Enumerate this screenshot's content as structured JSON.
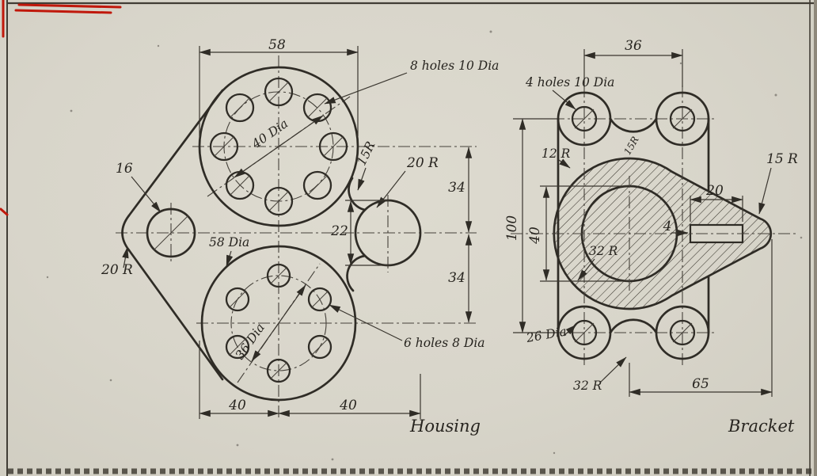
{
  "page": {
    "paper_color": "#d8d5ca",
    "ink_color": "#2f2c26",
    "red_mark_color": "#c0180b"
  },
  "housing": {
    "title": "Housing",
    "dims": {
      "width_top": "58",
      "holes_top": "8 holes 10 Dia",
      "bolt_circle_top": "40 Dia",
      "fillet_top_right": "15R",
      "boss_radius": "20 R",
      "offset_top": "34",
      "offset_bottom": "34",
      "boss_bore": "22",
      "left_hole": "16",
      "outer_dia_bottom": "58 Dia",
      "bolt_circle_bottom": "36 Dia",
      "holes_bottom": "6 holes 8 Dia",
      "left_radius": "20 R",
      "base_left": "40",
      "base_right": "40"
    }
  },
  "bracket": {
    "title": "Bracket",
    "dims": {
      "ear_spacing": "36",
      "ear_holes": "4 holes 10 Dia",
      "fillet_left": "12 R",
      "fillet_saddle": "15R",
      "tip_radius": "15 R",
      "height": "100",
      "bore": "40",
      "body_radius": "32 R",
      "slot_length": "20",
      "slot_width": "4",
      "ear_boss_dia": "26 Dia",
      "bottom_radius": "32 R",
      "tip_offset": "65"
    }
  }
}
